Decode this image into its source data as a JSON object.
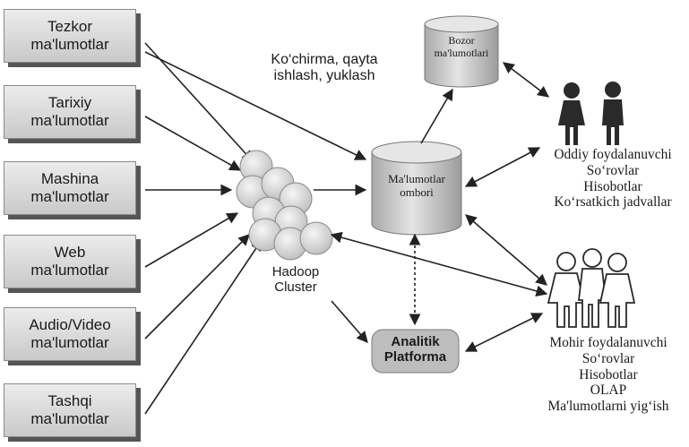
{
  "sources": [
    {
      "line1": "Tezkor",
      "line2": "ma'lumotlar"
    },
    {
      "line1": "Tarixiy",
      "line2": "ma'lumotlar"
    },
    {
      "line1": "Mashina",
      "line2": "ma'lumotlar"
    },
    {
      "line1": "Web",
      "line2": "ma'lumotlar"
    },
    {
      "line1": "Audio/Video",
      "line2": "ma'lumotlar"
    },
    {
      "line1": "Tashqi",
      "line2": "ma'lumotlar"
    }
  ],
  "etl_label": {
    "line1": "Ko‘chirma, qayta",
    "line2": "ishlash, yuklash"
  },
  "hadoop": {
    "line1": "Hadoop",
    "line2": "Cluster"
  },
  "warehouse": {
    "line1": "Ma'lumotlar",
    "line2": "ombori"
  },
  "market": {
    "line1": "Bozor",
    "line2": "ma'lumotlari"
  },
  "analytics": {
    "line1": "Analitik",
    "line2": "Platforma"
  },
  "ordinary_users": {
    "title": "Oddiy foydalanuvchi",
    "items": [
      "So‘rovlar",
      "Hisobotlar",
      "Ko‘rsatkich jadvallar"
    ]
  },
  "expert_users": {
    "title": "Mohir foydalanuvchi",
    "items": [
      "So‘rovlar",
      "Hisobotlar",
      "OLAP",
      "Ma'lumotlarni yig‘ish"
    ]
  },
  "icons": [
    "male-female-users-icon",
    "three-users-outline-icon",
    "database-cylinder-icon",
    "cluster-circles-icon"
  ]
}
